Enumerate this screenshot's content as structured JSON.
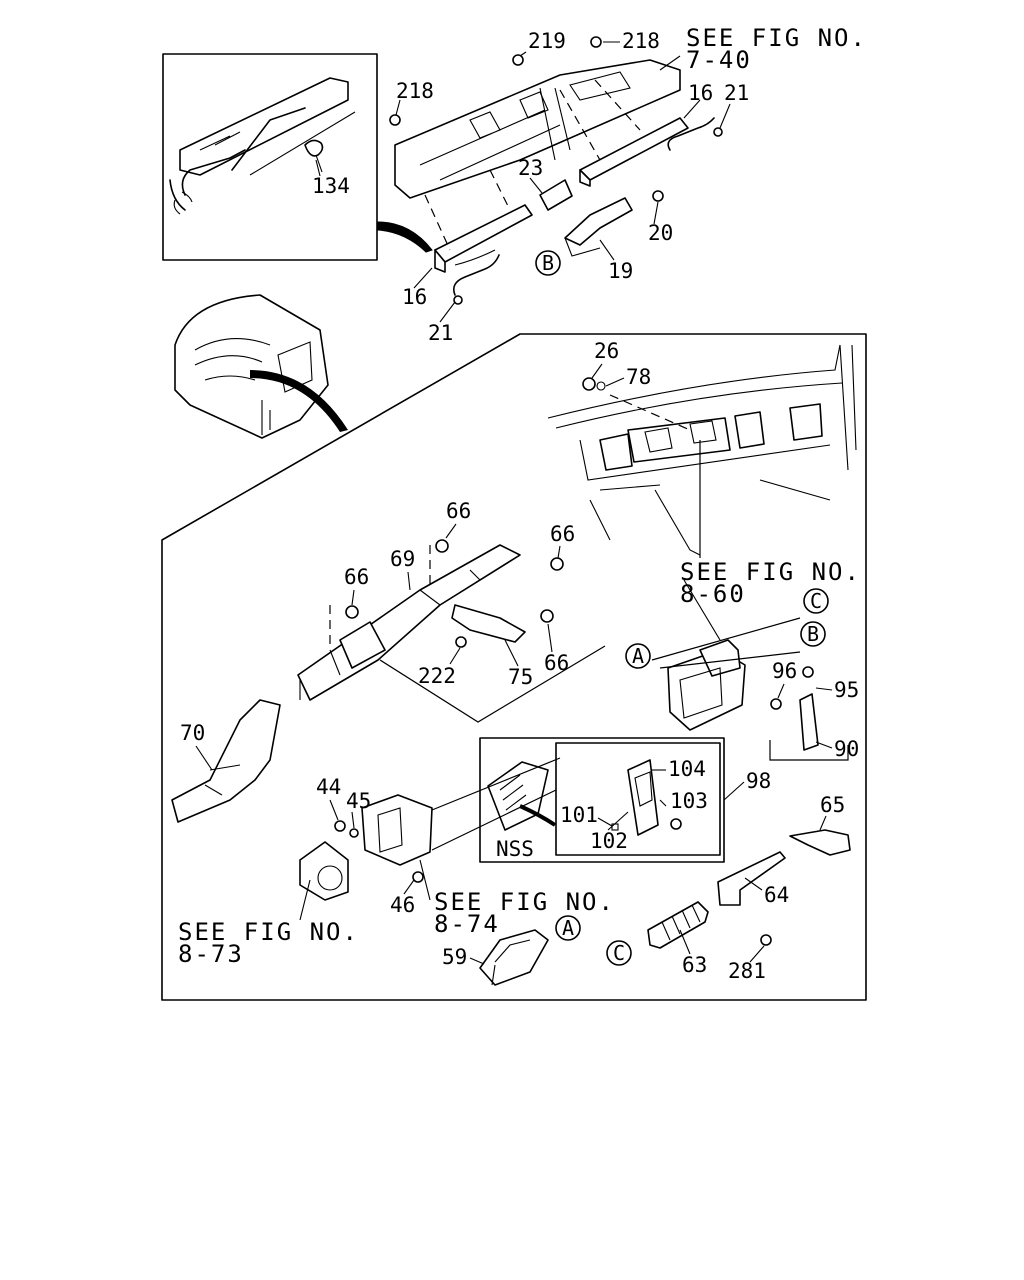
{
  "refs": {
    "fig_7_40": [
      "SEE FIG NO.",
      "7-40"
    ],
    "fig_8_60": [
      "SEE FIG NO.",
      "8-60"
    ],
    "fig_8_74": [
      "SEE FIG NO.",
      "8-74"
    ],
    "fig_8_73": [
      "SEE FIG NO.",
      "8-73"
    ]
  },
  "parts": {
    "p219": "219",
    "p218a": "218",
    "p218b": "218",
    "p16a": "16",
    "p21a": "21",
    "p134": "134",
    "p23": "23",
    "p20": "20",
    "p19": "19",
    "p16b": "16",
    "p21b": "21",
    "p26": "26",
    "p78": "78",
    "p66a": "66",
    "p66b": "66",
    "p66c": "66",
    "p66d": "66",
    "p69": "69",
    "p222": "222",
    "p75": "75",
    "p96": "96",
    "p95": "95",
    "p90": "90",
    "p70": "70",
    "p104": "104",
    "p98": "98",
    "p44": "44",
    "p45": "45",
    "p101": "101",
    "p103": "103",
    "p102": "102",
    "p65": "65",
    "p64": "64",
    "p46": "46",
    "p59": "59",
    "p63": "63",
    "p281": "281",
    "nss": "NSS"
  },
  "callouts": {
    "b_top": "B",
    "c_right": "C",
    "b_right": "B",
    "a_left": "A",
    "a_bottom": "A",
    "c_bottom": "C"
  }
}
